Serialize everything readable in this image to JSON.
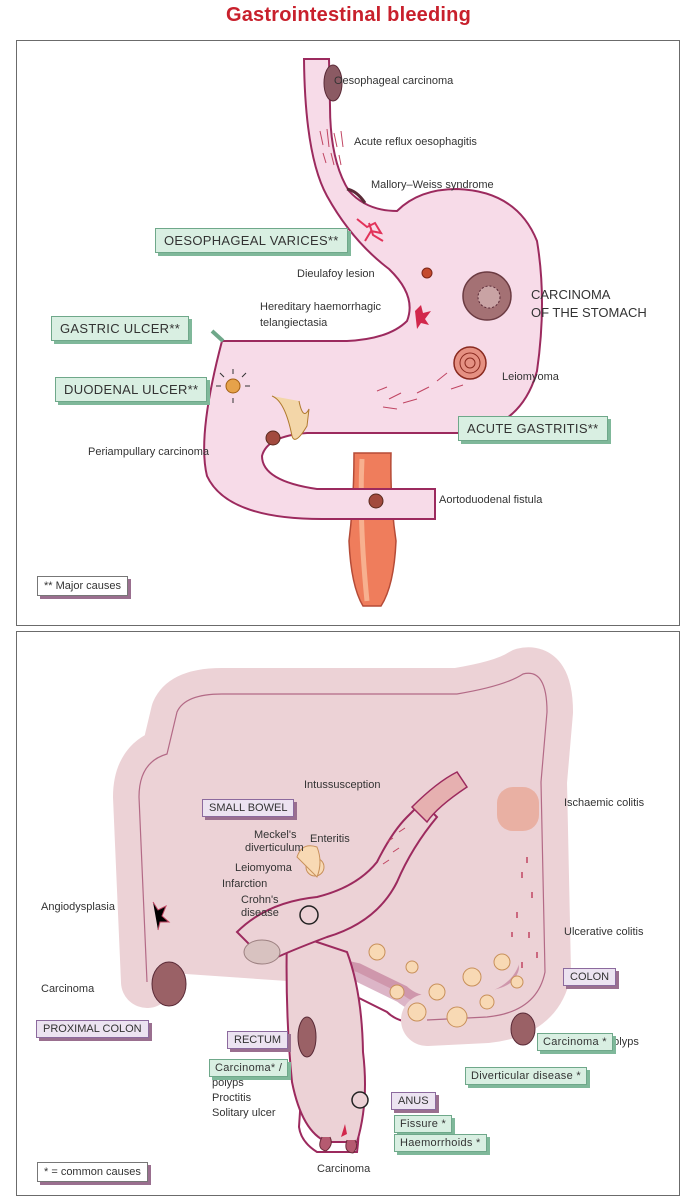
{
  "title": "Gastrointestinal bleeding",
  "top_panel": {
    "labels": {
      "oesophageal_carcinoma": "Oesophageal carcinoma",
      "acute_reflux": "Acute reflux oesophagitis",
      "mallory_weiss": "Mallory–Weiss syndrome",
      "dieulafoy": "Dieulafoy  lesion",
      "hht_line1": "Hereditary haemorrhagic",
      "hht_line2": "telangiectasia",
      "carcinoma_stomach_line1": "CARCINOMA",
      "carcinoma_stomach_line2": "OF THE STOMACH",
      "leiomyoma": "Leiomyoma",
      "periampullary": "Periampullary  carcinoma",
      "aortoduodenal": "Aortoduodenal fistula"
    },
    "boxes": {
      "oesophageal_varices": "OESOPHAGEAL VARICES**",
      "gastric_ulcer": "GASTRIC ULCER**",
      "duodenal_ulcer": "DUODENAL ULCER**",
      "acute_gastritis": "ACUTE GASTRITIS**"
    },
    "note": "** Major causes"
  },
  "bottom_panel": {
    "labels": {
      "intussusception": "Intussusception",
      "meckels_line1": "Meckel's",
      "meckels_line2": "diverticulum",
      "enteritis": "Enteritis",
      "leiomyoma": "Leiomyoma",
      "infarction": "Infarction",
      "crohns_line1": "Crohn's",
      "crohns_line2": "disease",
      "angiodysplasia": "Angiodysplasia",
      "carcinoma_left": "Carcinoma",
      "ischaemic_colitis": "Ischaemic colitis",
      "ulcerative_colitis": "Ulcerative colitis",
      "polyps_colon": "/polyps",
      "polyps_rectum": "polyps",
      "proctitis": "Proctitis",
      "solitary_ulcer": "Solitary ulcer",
      "carcinoma_bottom": "Carcinoma"
    },
    "boxes": {
      "small_bowel": "SMALL BOWEL",
      "colon": "COLON",
      "proximal_colon": "PROXIMAL COLON",
      "rectum": "RECTUM",
      "anus": "ANUS",
      "carcinoma_colon": "Carcinoma *",
      "diverticular_disease": "Diverticular disease *",
      "carcinoma_rectum": "Carcinoma* /",
      "fissure": "Fissure *",
      "haemorrhoids": "Haemorrhoids *"
    },
    "note": "* = common causes"
  },
  "colors": {
    "title_red": "#c8202c",
    "organ_pink": "#f6dcea",
    "outline": "#9c2a5e",
    "colon_pink": "#ecd2d6",
    "green_box": "#d9efe2",
    "purple_box": "#ece3f1",
    "aorta": "#ef7d5c"
  }
}
